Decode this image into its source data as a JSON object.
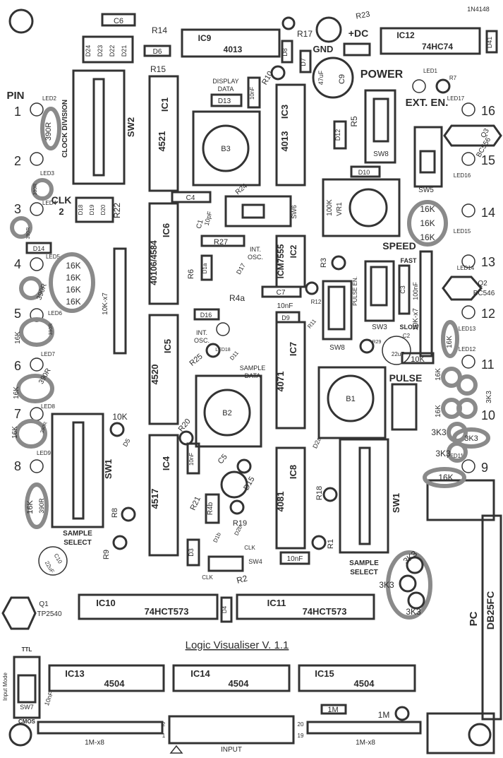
{
  "title": "Logic Visualiser V. 1.1",
  "header": {
    "pin_label": "PIN",
    "diode_top": "1N4148",
    "dc_label": "+DC",
    "gnd_label": "GND",
    "power_label": "POWER",
    "ext_en": "EXT. EN.",
    "speed": "SPEED",
    "fast": "FAST",
    "slow": "SLOW",
    "pulse": "PULSE",
    "pulse_en": "PULSE EN."
  },
  "chips": [
    {
      "ref": "IC9",
      "part": "4013"
    },
    {
      "ref": "IC12",
      "part": "74HC74"
    },
    {
      "ref": "IC1",
      "part": "4521"
    },
    {
      "ref": "IC3",
      "part": "4013"
    },
    {
      "ref": "IC6",
      "part": "40106/4584"
    },
    {
      "ref": "IC2",
      "part": "ICM7555"
    },
    {
      "ref": "IC5",
      "part": "4520"
    },
    {
      "ref": "IC7",
      "part": "4071"
    },
    {
      "ref": "IC4",
      "part": "4517"
    },
    {
      "ref": "IC8",
      "part": "4081"
    },
    {
      "ref": "IC10",
      "part": "74HCT573"
    },
    {
      "ref": "IC11",
      "part": "74HCT573"
    },
    {
      "ref": "IC13",
      "part": "4504"
    },
    {
      "ref": "IC14",
      "part": "4504"
    },
    {
      "ref": "IC15",
      "part": "4504"
    }
  ],
  "switches": {
    "sw2": "SW2",
    "sw8a": "SW8",
    "sw5": "SW5",
    "sw6": "SW6",
    "sw3": "SW3",
    "sw8b": "SW8",
    "sw1a": "SW1",
    "sw1b": "SW1",
    "sw4": "SW4",
    "sw7": "SW7"
  },
  "pin_numbers": {
    "left": [
      "1",
      "2",
      "3",
      "4",
      "5",
      "6",
      "7",
      "8"
    ],
    "right": [
      "16",
      "15",
      "14",
      "13",
      "12",
      "11",
      "10",
      "9"
    ]
  },
  "labels": {
    "clock_division": "CLOCK DIVISION",
    "clk2": "CLK",
    "clk2_n": "2",
    "sample_select": "SAMPLE",
    "sample_select2": "SELECT",
    "display_data": "DISPLAY",
    "display_data2": "DATA",
    "int_osc": "INT.",
    "int_osc2": "OSC.",
    "sample_data": "SAMPLE",
    "sample_data2": "DATA",
    "input_mode": "Input Mode",
    "ttl": "TTL",
    "cmos": "CMOS",
    "input": "INPUT",
    "pc": "PC",
    "db25": "DB25FC",
    "res1m_a": "1M-x8",
    "res1m_b": "1M-x8",
    "res10k": "10K-x7",
    "res10k_b": "10K-x7",
    "q1": "Q1",
    "q1p": "TP2540",
    "q2": "Q2",
    "q2p": "BC546",
    "q3": "Q3",
    "q3p": "BC556",
    "b1": "B1",
    "b2": "B2",
    "b3": "B3",
    "vr1": "VR1",
    "vr1v": "100K",
    "c9": "C9",
    "c9v": "47uF",
    "c10": "C10",
    "c10v": "22uF",
    "c2": "C2",
    "c2v": "22uF",
    "in_2": "2",
    "in_1": "1",
    "in_20": "20",
    "in_19": "19"
  },
  "parts": {
    "c6": "C6",
    "r14": "R14",
    "d6": "D6",
    "r15": "R15",
    "d24": "D24",
    "d23": "D23",
    "d22": "D22",
    "d21": "D21",
    "r17": "R17",
    "r23": "R23",
    "d8": "D8",
    "d7": "D7",
    "d41": "D41",
    "r10": "R10",
    "c10nf_a": "10nF",
    "d13": "D13",
    "led1": "LED1",
    "r7": "R7",
    "led17": "LED17",
    "led16": "LED16",
    "led15": "LED15",
    "led14": "LED14",
    "led13": "LED13",
    "led12": "LED12",
    "led11": "LED11",
    "led18": "LED18",
    "led2": "LED2",
    "led3": "LED3",
    "led4": "LED4",
    "led5": "LED5",
    "led6": "LED6",
    "led7": "LED7",
    "led8": "LED8",
    "led9": "LED9",
    "d12": "D12",
    "r5": "R5",
    "d10": "D10",
    "d18": "D18",
    "d19": "D19",
    "d20": "D20",
    "r22": "R22",
    "r24": "R24",
    "c4": "C4",
    "c1": "C1",
    "c1v": "10pF",
    "r27": "R27",
    "d14": "D14",
    "r6": "R6",
    "d1a": "D1a",
    "d17": "D17",
    "r3": "R3",
    "r4a": "R4a",
    "c7": "C7",
    "r12": "R12",
    "c10nf_b": "10nF",
    "d9": "D9",
    "r11": "R11",
    "c3": "C3",
    "c3v": "100nF",
    "r29": "R29",
    "d16": "D16",
    "r25": "R25",
    "d11": "D11",
    "r20": "R20",
    "d5": "D5",
    "c10nf_c": "10nF",
    "c5": "C5",
    "d15": "D15",
    "d2a": "D2a",
    "r18": "R18",
    "r21": "R21",
    "r4b": "R4b",
    "r19": "R19",
    "r8": "R8",
    "r9": "R9",
    "r1": "R1",
    "d3": "D3",
    "d1b": "D1b",
    "d2b": "D2b",
    "clk": "CLK",
    "clkn": "CLK",
    "r2": "R2",
    "c10nf_d": "10nF",
    "d4": "D4",
    "c10nf_e": "10nF",
    "r1m": "1M",
    "r1m2": "1M",
    "r10k": "10K",
    "r10k_t": "10K"
  },
  "handwritten": {
    "390r_a": "390R",
    "390r_b": "390R",
    "390r_c": "390R",
    "390r_d": "390R",
    "390r_e": "390R",
    "390r_f": "390R",
    "390r_g": "390R",
    "390r_h": "390R",
    "16k_a": "16K",
    "16k_b": "16K",
    "16k_c": "16K",
    "16k_d": "16K",
    "16k_e": "16K",
    "16k_f": "16K",
    "16k_g": "16K",
    "16k_h": "16K",
    "16k_i": "16K",
    "16k_j": "16K",
    "16k_k": "16K",
    "16k_l": "16K",
    "16k_m": "16K",
    "16k_n": "16K",
    "3k3_a": "3K3",
    "3k3_b": "3K3",
    "3k3_c": "3K3",
    "3k3_d": "3K3",
    "3k3_e": "3K3",
    "3k3_f": "3K3",
    "3k3_g": "3K3"
  },
  "colors": {
    "ink": "#333333",
    "highlight": "#8a8a8a"
  }
}
